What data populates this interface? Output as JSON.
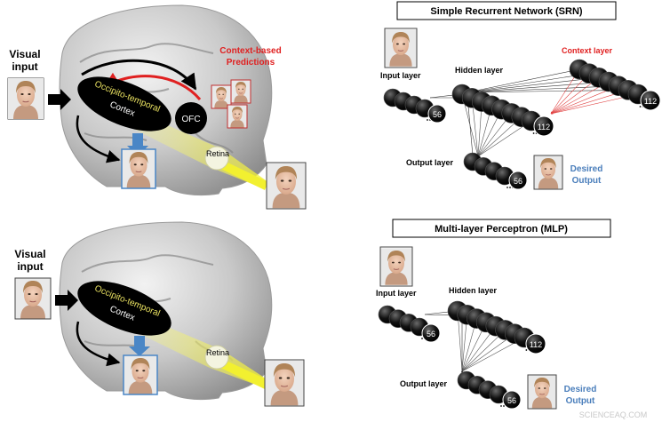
{
  "top": {
    "visual_input": [
      "Visual",
      "input"
    ],
    "cortex": [
      "Occipito-temporal",
      "Cortex"
    ],
    "ofc": "OFC",
    "retina": "Retina",
    "context_predictions": [
      "Context-based",
      "Predictions"
    ],
    "srn": {
      "title": "Simple Recurrent Network (SRN)",
      "input_layer": "Input layer",
      "hidden_layer": "Hidden layer",
      "context_layer": "Context layer",
      "output_layer": "Output layer",
      "desired_output": [
        "Desired",
        "Output"
      ],
      "input_count": "56",
      "hidden_count": "112",
      "context_count": "112",
      "output_count": "56"
    }
  },
  "bottom": {
    "visual_input": [
      "Visual",
      "input"
    ],
    "cortex": [
      "Occipito-temporal",
      "Cortex"
    ],
    "retina": "Retina",
    "mlp": {
      "title": "Multi-layer Perceptron (MLP)",
      "input_layer": "Input layer",
      "hidden_layer": "Hidden layer",
      "output_layer": "Output layer",
      "desired_output": [
        "Desired",
        "Output"
      ],
      "input_count": "56",
      "hidden_count": "112",
      "output_count": "56"
    }
  },
  "watermark": "SCIENCEAQ.COM",
  "colors": {
    "context_red": "#e02020",
    "desired_blue": "#4a7ebb",
    "cortex_text": "#e8e060",
    "retina_beam": "#f2f030"
  }
}
